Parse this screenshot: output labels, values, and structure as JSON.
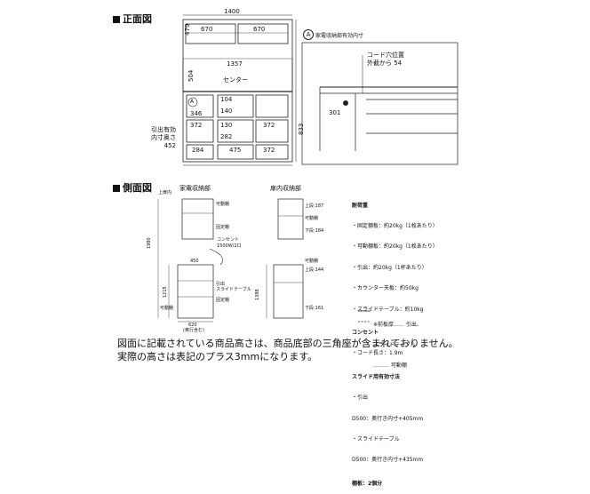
{
  "front": {
    "title": "正面図",
    "width_total": "1400",
    "upper_left": "670",
    "upper_right": "670",
    "upper_height": "479",
    "inner_width": "1357",
    "mid_height": "504",
    "center_label": "センター",
    "callout_a": "A",
    "lower_dims": [
      "104",
      "140",
      "130",
      "282"
    ],
    "left_w": "346",
    "left_h": "372",
    "right_h": "372",
    "height_833": "833",
    "bottom": [
      "284",
      "475",
      "372"
    ],
    "drawer_note": [
      "引出有効",
      "内寸奥さ",
      "452"
    ]
  },
  "detail": {
    "badge": "A",
    "title": "家電収納部有効内寸",
    "cord_label": [
      "コード穴位置",
      "外截から 54"
    ],
    "dim": "301"
  },
  "side": {
    "title": "側面図",
    "left_label": "家電収納部",
    "right_label": "扉内収納部",
    "left_notes": [
      "上扉内",
      "可動棚",
      "固定棚",
      "コンセント",
      "1500W/2口",
      "引出",
      "スライドテーブル",
      "固定棚",
      "可動棚"
    ],
    "left_dims": [
      "1980",
      "1215",
      "450",
      "620"
    ],
    "right_notes": [
      "上段:187",
      "下段:184",
      "可動棚",
      "上段:144",
      "下段:161",
      "可動棚",
      "1388"
    ],
    "depth_label": "(奥行含む)"
  },
  "spec": {
    "load_title": "耐荷重",
    "load_items": [
      "・固定棚板：約20kg（1枚あたり）",
      "・可動棚板：約20kg（1枚あたり）",
      "・引出：約20kg（1杯あたり）",
      "・カウンター天板：約50kg",
      "・スライドテーブル：約10kg"
    ],
    "outlet_title": "コンセント",
    "outlet_items": [
      "・コード長さ：1.9m"
    ],
    "slide_title": "スライド用有効寸法",
    "slide_items": [
      "・引出",
      "D500：奥行き内寸+405mm",
      "・スライドテーブル",
      "D500：奥行き内寸+435mm"
    ],
    "shelf_title": "棚板：2個分",
    "legend": [
      "※前板厚…… 引出、",
      "スライドテーブル",
      "……… 可動棚"
    ]
  },
  "caption": [
    "図面に記載されている商品高さは、商品底部の三角座が含まれておりません。",
    "実際の高さは表記のプラス3mmになります。"
  ]
}
